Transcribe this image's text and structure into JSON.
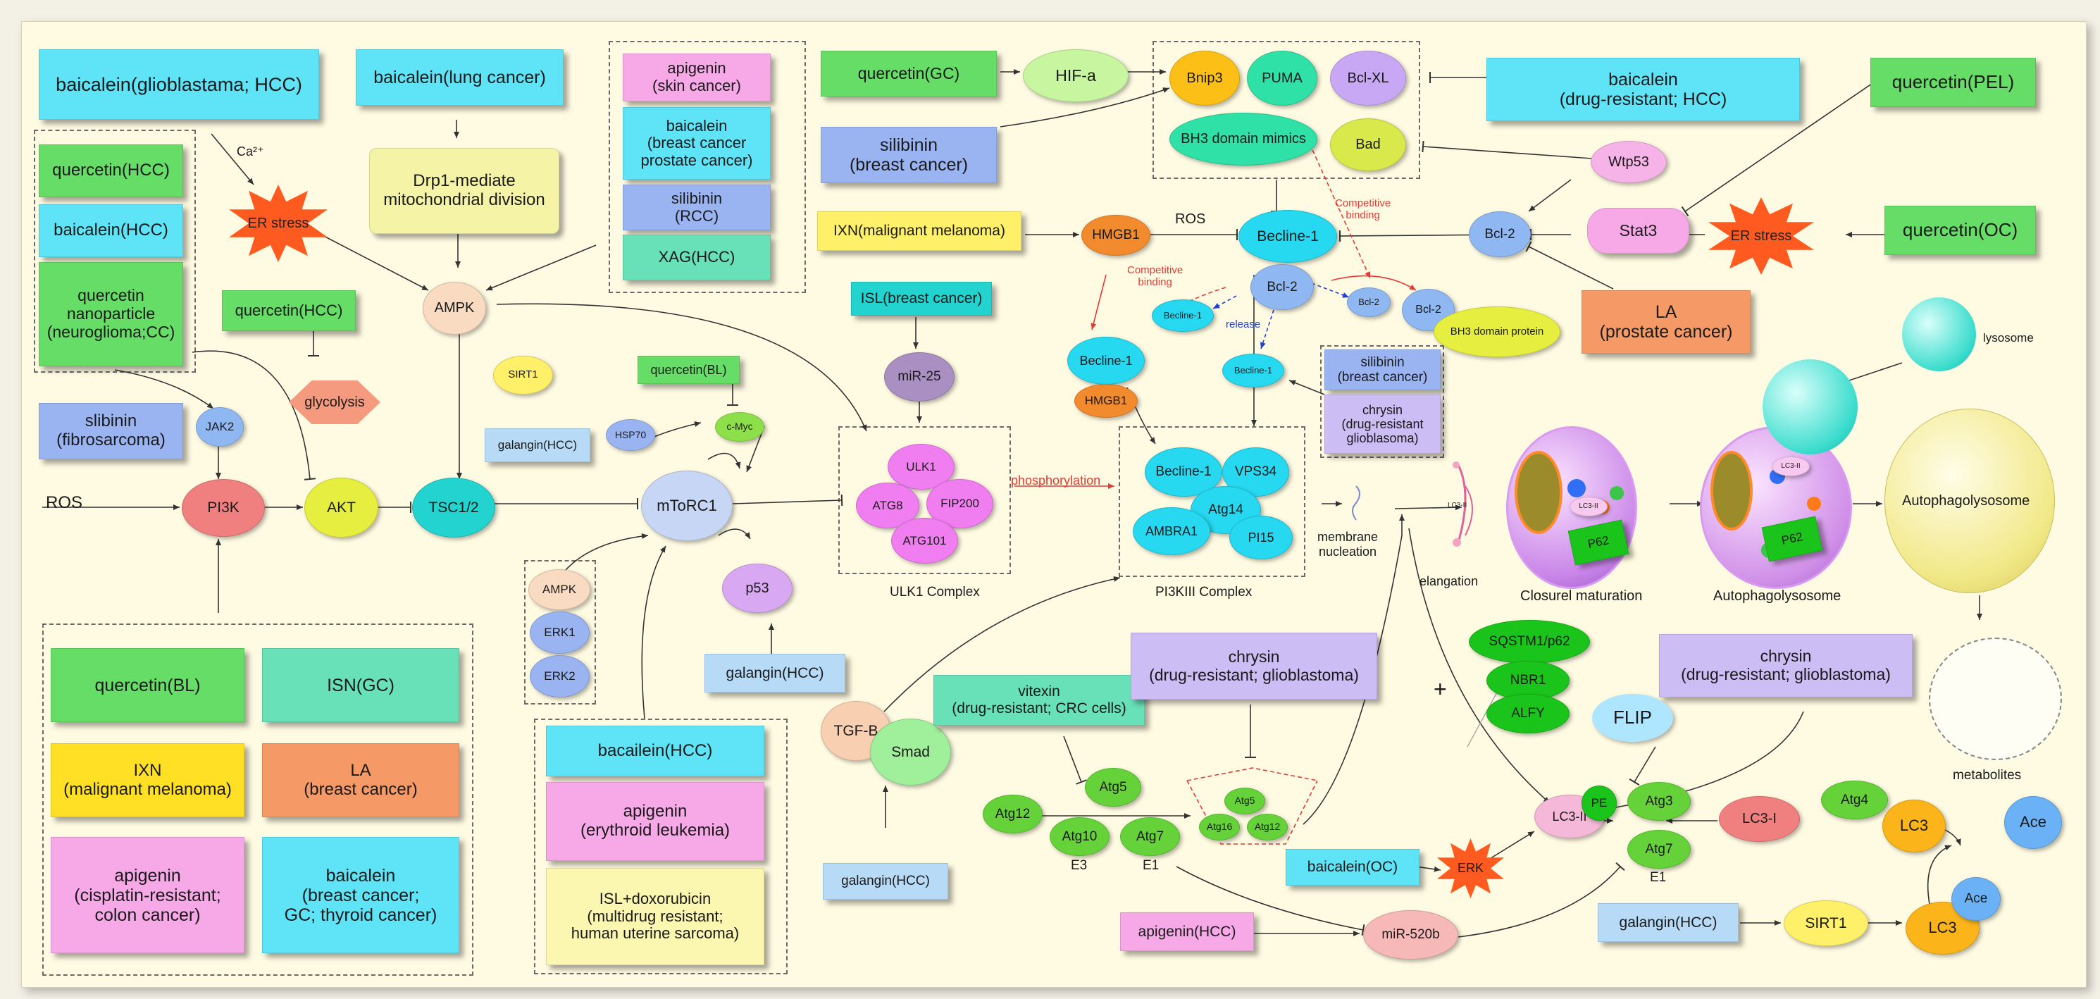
{
  "colors": {
    "cyan": "#5ee3f7",
    "green": "#66dd66",
    "blue": "#9ab4f2",
    "pink": "#f6a8e7",
    "yellow": "#fff06a",
    "orange": "#f59a66",
    "lavender": "#ccbdf4",
    "lightyellow": "#fbf6b0",
    "mint": "#68e0b8",
    "ivory": "#f4f3a6",
    "paleblue": "#b7dbf7",
    "teal": "#22d3cf",
    "darkgreen": "#22a83d",
    "red": "#e53935"
  },
  "nodes": {
    "baicalein_gbm_hcc": "baicalein(glioblastama; HCC)",
    "baicalein_lung": "baicalein(lung cancer)",
    "quercetin_hcc_1": "quercetin(HCC)",
    "baicalein_hcc": "baicalein(HCC)",
    "quercetin_nano": "quercetin\nnanoparticle\n(neuroglioma;CC)",
    "quercetin_hcc_2": "quercetin(HCC)",
    "silibinin_fibro": "slibinin\n(fibrosarcoma)",
    "drp1": "Drp1-mediate\nmitochondrial division",
    "apigenin_skin": "apigenin\n(skin cancer)",
    "baicalein_breast_prostate": "baicalein\n(breast cancer\nprostate cancer)",
    "silibinin_rcc": "silibinin\n(RCC)",
    "xag_hcc": "XAG(HCC)",
    "quercetin_gc": "quercetin(GC)",
    "hif": "HIF-a",
    "bnip3": "Bnip3",
    "puma": "PUMA",
    "bclxl": "Bcl-XL",
    "bh3_mimics": "BH3 domain mimics",
    "bad": "Bad",
    "silibinin_breast": "silibinin\n(breast cancer)",
    "baicalein_drhcc": "baicalein\n(drug-resistant; HCC)",
    "quercetin_pel": "quercetin(PEL)",
    "wtp53": "Wtp53",
    "ixn_melanoma": "IXN(malignant melanoma)",
    "hmgb1_1": "HMGB1",
    "ros_1": "ROS",
    "becline1_main": "Becline-1",
    "bcl2_mid": "Bcl-2",
    "bcl2_right": "Bcl-2",
    "stat3": "Stat3",
    "er_stress_1": "ER stress",
    "er_stress_2": "ER stress",
    "quercetin_oc": "quercetin(OC)",
    "competitive_1": "Competitive\nbinding",
    "competitive_2": "Competitive\nbinding",
    "becline1_small_left": "Becline-1",
    "bcl2_small": "Bcl-2",
    "bcl2_blue": "Bcl-2",
    "bh3_protein": "BH3 domain protein",
    "release": "release",
    "becline1_release": "Becline-1",
    "la_prostate": "LA\n(prostate cancer)",
    "isl_breast": "ISL(breast cancer)",
    "mir25": "miR-25",
    "quercetin_bl_1": "quercetin(BL)",
    "cmyc": "c-Myc",
    "hsp70": "HSP70",
    "sirt1_1": "SIRT1",
    "galangin_hcc_1": "galangin(HCC)",
    "ampk_1": "AMPK",
    "glycolysis": "glycolysis",
    "jak2": "JAK2",
    "pi3k": "PI3K",
    "akt": "AKT",
    "tsc": "TSC1/2",
    "mtorc1": "mToRC1",
    "ros_2": "ROS",
    "ulk1": "ULK1",
    "atg8": "ATG8",
    "fip200": "FIP200",
    "atg101": "ATG101",
    "phosphorylation": "phosphorylation",
    "ulk1_complex": "ULK1 Complex",
    "becline1_2": "Becline-1",
    "hmgb1_2": "HMGB1",
    "becline1_3": "Becline-1",
    "vps34": "VPS34",
    "atg14": "Atg14",
    "ambra1": "AMBRA1",
    "pi15": "PI15",
    "pi3k_complex": "PI3KIII Complex",
    "silibinin_breast_2": "silibinin\n(breast cancer)",
    "chrysin_glio_1": "chrysin\n(drug-resistant\nglioblasoma)",
    "membrane_nucleation": "membrane\nnucleation",
    "elangation": "elangation",
    "lc3ii_small": "LC3-II",
    "closure": "Closurel maturation",
    "autophagolysosome_label": "Autophagolysosome",
    "autophagolysosome_big": "Autophagolysosome",
    "lysosome": "lysosome",
    "p62_1": "P62",
    "p62_2": "P62",
    "lc3ii_v1": "LC3-II",
    "lc3ii_v2": "LC3-II",
    "ampk_2": "AMPK",
    "erk1": "ERK1",
    "erk2": "ERK2",
    "p53": "p53",
    "galangin_hcc_2": "galangin(HCC)",
    "quercetin_bl_2": "quercetin(BL)",
    "isn_gc": "ISN(GC)",
    "ixn_mm": "IXN\n(malignant melanoma)",
    "la_breast": "LA\n(breast cancer)",
    "apigenin_cisplatin": "apigenin\n(cisplatin-resistant;\ncolon cancer)",
    "baicalein_breast_gc": "baicalein\n(breast cancer;\nGC; thyroid cancer)",
    "bacailein_hcc": "bacailein(HCC)",
    "apigenin_erythroid": "apigenin\n(erythroid leukemia)",
    "isl_doxo": "ISL+doxorubicin\n(multidrug resistant;\nhuman uterine sarcoma)",
    "tgfb": "TGF-B",
    "smad": "Smad",
    "vitexin": "vitexin\n(drug-resistant; CRC cells)",
    "chrysin_glio_2": "chrysin\n(drug-resistant; glioblastoma)",
    "galangin_hcc_3": "galangin(HCC)",
    "atg12": "Atg12",
    "atg5": "Atg5",
    "atg10": "Atg10",
    "atg7_1": "Atg7",
    "e3": "E3",
    "e1_1": "E1",
    "atg5_tri": "Atg5",
    "atg16_tri": "Atg16",
    "atg12_tri": "Atg12",
    "sqstm1": "SQSTM1/p62",
    "nbr1": "NBR1",
    "alfy": "ALFY",
    "plus": "+",
    "chrysin_glio_3": "chrysin\n(drug-resistant; glioblastoma)",
    "metabolites": "metabolites",
    "flip": "FLIP",
    "baicalein_oc": "baicalein(OC)",
    "erk": "ERK",
    "lc3ii_pe": "LC3-II",
    "pe": "PE",
    "atg3": "Atg3",
    "lc3i": "LC3-I",
    "atg4": "Atg4",
    "lc3": "LC3",
    "ace_1": "Ace",
    "atg7_2": "Atg7",
    "e1_2": "E1",
    "apigenin_hcc": "apigenin(HCC)",
    "mir520b": "miR-520b",
    "galangin_hcc_4": "galangin(HCC)",
    "sirt1_2": "SIRT1",
    "lc3_ace": "LC3",
    "ace_2": "Ace",
    "ca2": "Ca²⁺"
  }
}
